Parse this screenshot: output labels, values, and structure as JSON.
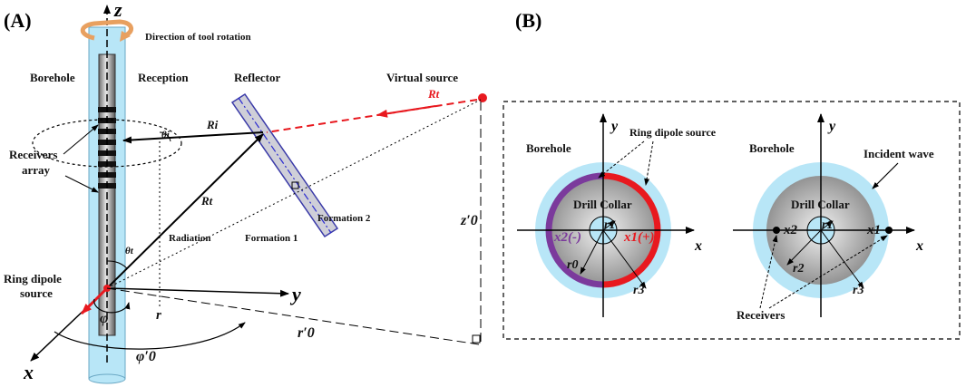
{
  "panels": {
    "a": "(A)",
    "b": "(B)"
  },
  "colors": {
    "borehole": "#b8e6f7",
    "ring_left": "#7b3a9c",
    "ring_right": "#e8191f",
    "reflector_fill": "#cfcfd8",
    "reflector_edge": "#3a3aa8",
    "ray_red": "#e8191f"
  },
  "panel_a": {
    "z_axis": "z",
    "y_axis": "y",
    "x_axis": "x",
    "rotation_label": "Direction of tool rotation",
    "borehole": "Borehole",
    "reception": "Reception",
    "reflector": "Reflector",
    "virtual_source": "Virtual source",
    "receivers_array_1": "Receivers",
    "receivers_array_2": "array",
    "ring_dipole_1": "Ring dipole",
    "ring_dipole_2": "source",
    "radiation": "Radiation",
    "formation1": "Formation 1",
    "formation2": "Formation 2",
    "Rt_red": "Rt",
    "Ri": "Ri",
    "Rt": "Rt",
    "theta_i": "θi",
    "theta_t": "θt",
    "phi": "φ",
    "r": "r",
    "phi0": "φ′0",
    "r0": "r′0",
    "z0": "z′0"
  },
  "panel_b": {
    "left": {
      "borehole": "Borehole",
      "source": "Ring dipole source",
      "drill_collar": "Drill Collar",
      "x2": "x2(-)",
      "x1": "x1(+)",
      "r1": "r1",
      "r0": "r0",
      "r3": "r3",
      "y": "y",
      "x": "x"
    },
    "right": {
      "borehole": "Borehole",
      "incident_wave": "Incident wave",
      "drill_collar": "Drill Collar",
      "x2": "x2",
      "x1": "x1",
      "r1": "r1",
      "r2": "r2",
      "r3": "r3",
      "receivers": "Receivers",
      "y": "y",
      "x": "x"
    }
  }
}
